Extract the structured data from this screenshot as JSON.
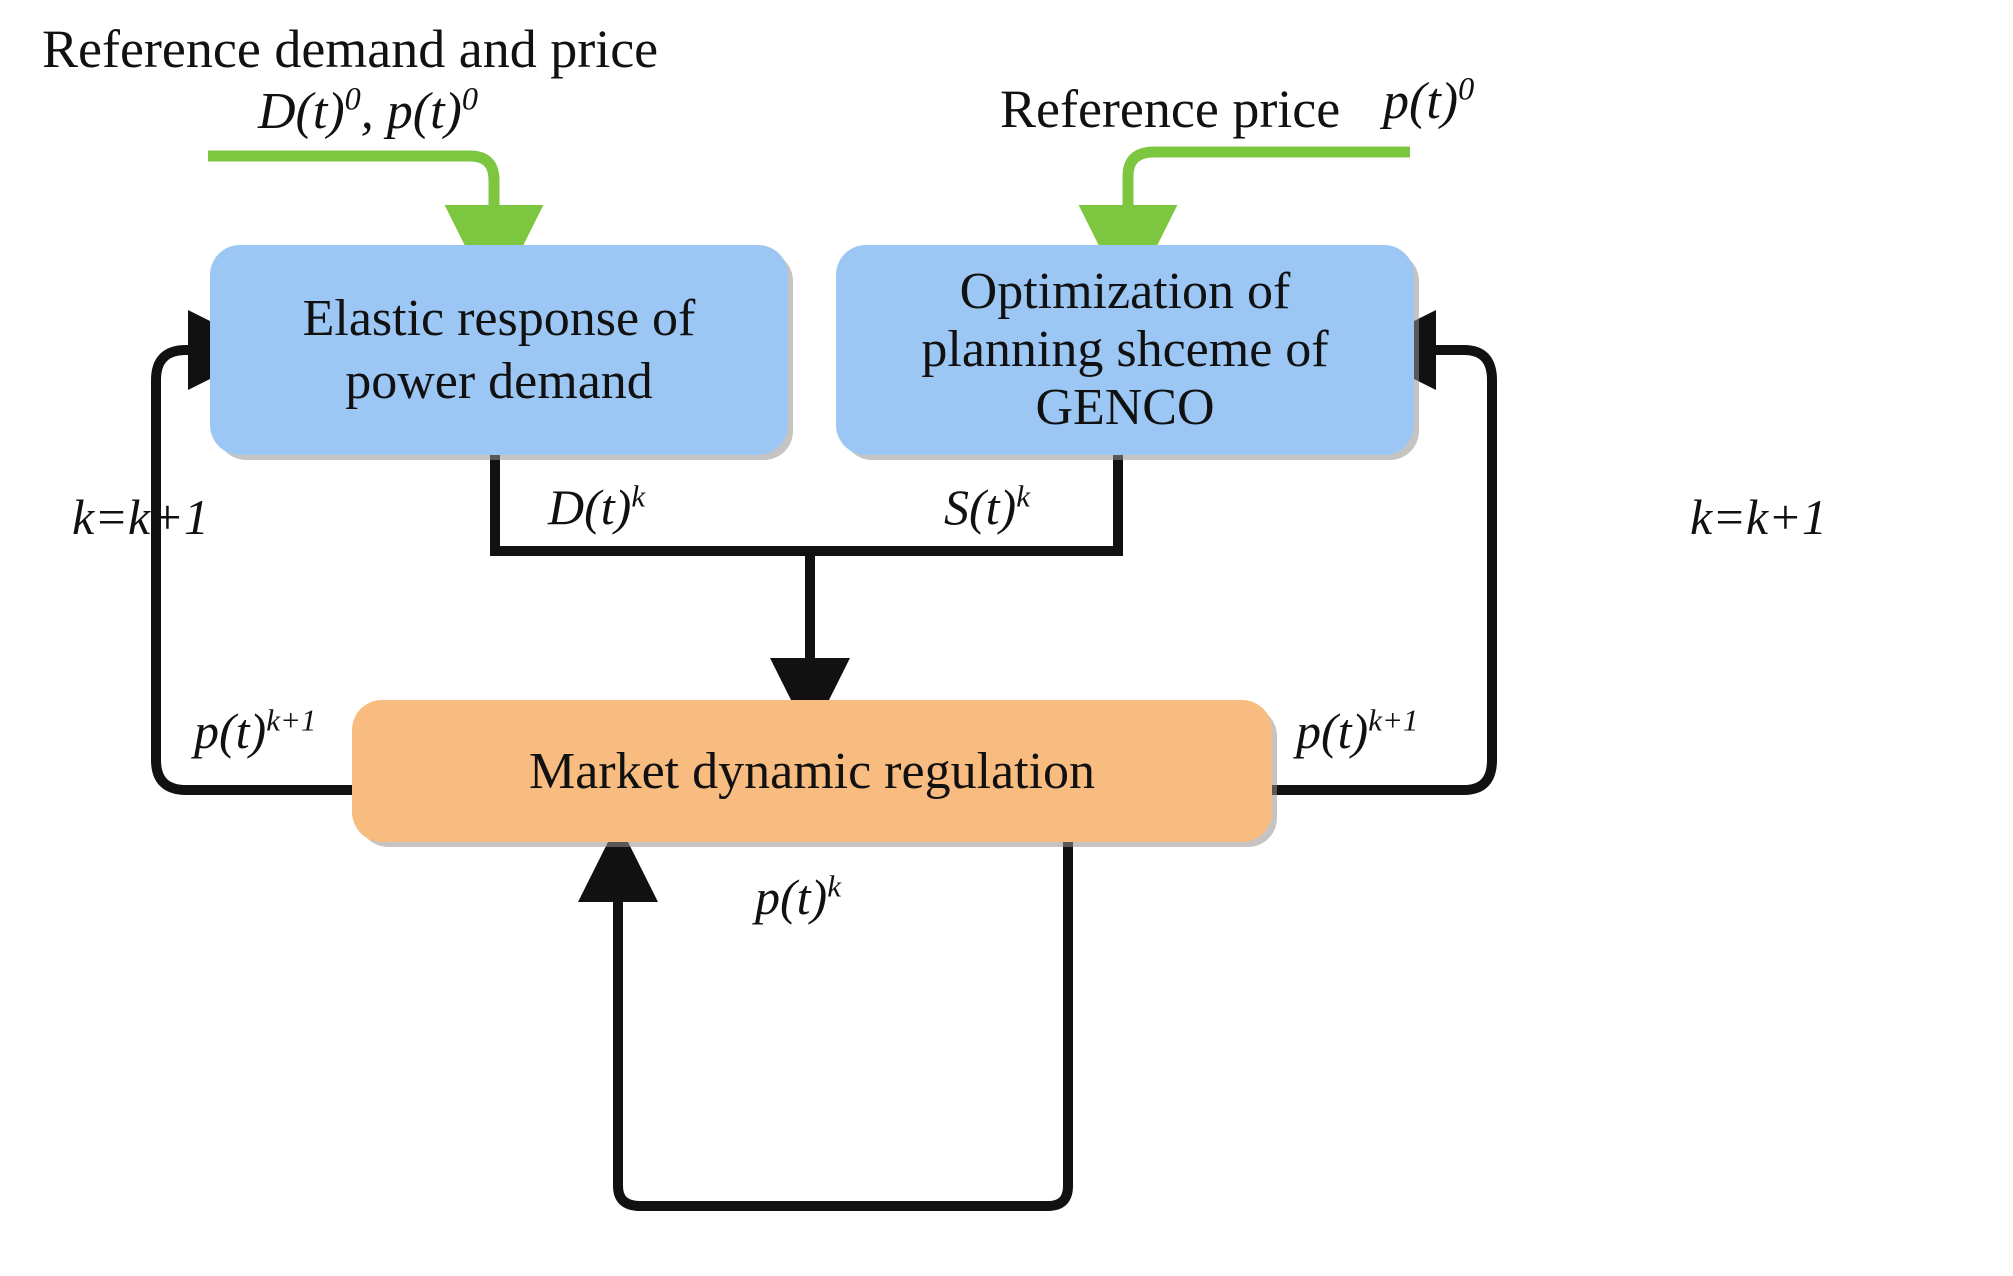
{
  "diagram": {
    "title_text": "Market dynamic regulation iterative loop diagram",
    "colors": {
      "process_box_blue": "#9CC7F5",
      "regulation_box_orange": "#F8BC80",
      "reference_arrow_green": "#7DC63F",
      "flow_arrow_black": "#111111",
      "box_shadow_gray": "#969298",
      "background": "#FFFFFF"
    },
    "headers": {
      "left_header_line1": "Reference demand  and price",
      "left_header_line2": "D(t)",
      "left_header_line2_sup1": "0",
      "left_header_line2_mid": ", p(t)",
      "left_header_line2_sup2": "0",
      "right_header_line1": "Reference price",
      "right_header_math": "p(t)",
      "right_header_math_sup": "0"
    },
    "boxes": [
      {
        "id": "elastic-response",
        "label": "Elastic response of\npower demand",
        "line1": "Elastic response of",
        "line2": "power demand",
        "fill": "#9CC7F5"
      },
      {
        "id": "optimization-genco",
        "label": "Optimization of planning shceme of GENCO",
        "line1": "Optimization of",
        "line2": "planning shceme of",
        "line3": "GENCO",
        "fill": "#9CC7F5"
      },
      {
        "id": "market-dynamic-regulation",
        "label": "Market dynamic regulation",
        "fill": "#F8BC80"
      }
    ],
    "edge_labels": {
      "demand_output": "D(t)",
      "demand_output_sup": "k",
      "supply_output": "S(t)",
      "supply_output_sup": "k",
      "iterate_left": "k=k+1",
      "iterate_right": "k=k+1",
      "price_feedback_left": "p(t)",
      "price_feedback_left_sup": "k+1",
      "price_feedback_right": "p(t)",
      "price_feedback_right_sup": "k+1",
      "price_loop_bottom": "p(t)",
      "price_loop_bottom_sup": "k"
    }
  }
}
